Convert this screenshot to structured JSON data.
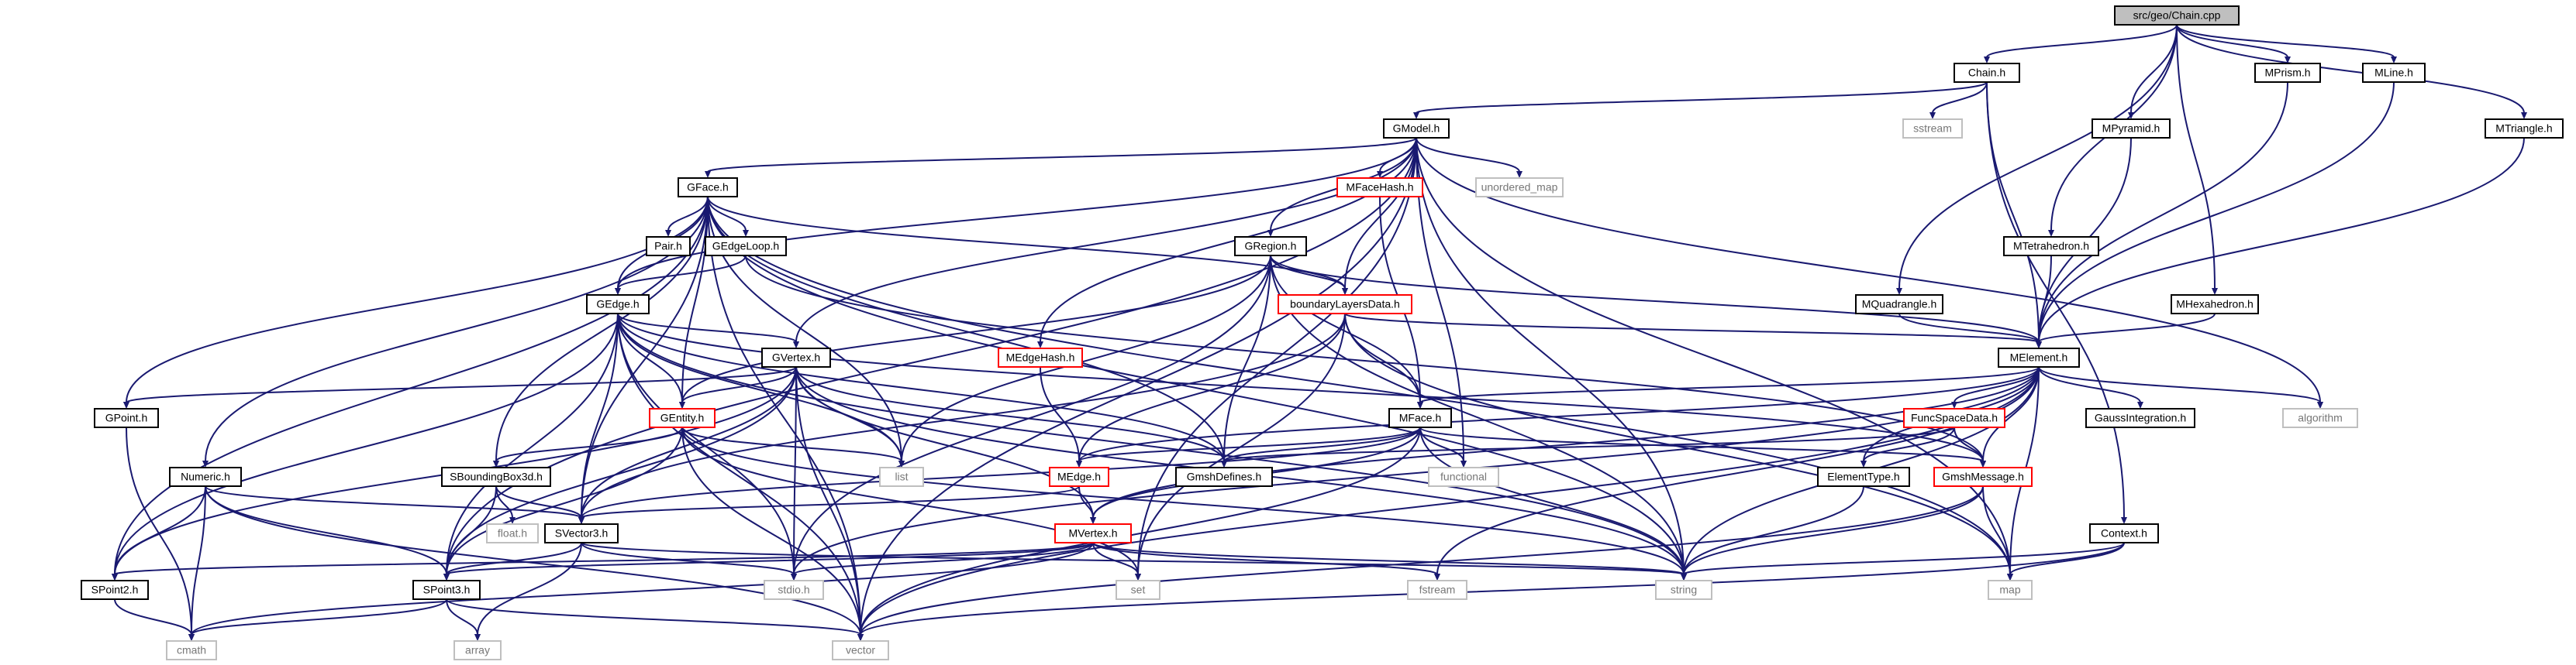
{
  "nodes": [
    {
      "id": "chain_cpp",
      "label": "src/geo/Chain.cpp",
      "kind": "root"
    },
    {
      "id": "chain_h",
      "label": "Chain.h",
      "kind": "normal"
    },
    {
      "id": "mprism_h",
      "label": "MPrism.h",
      "kind": "normal"
    },
    {
      "id": "mline_h",
      "label": "MLine.h",
      "kind": "normal"
    },
    {
      "id": "mtriangle_h",
      "label": "MTriangle.h",
      "kind": "normal"
    },
    {
      "id": "sstream",
      "label": "sstream",
      "kind": "system"
    },
    {
      "id": "mpyramid_h",
      "label": "MPyramid.h",
      "kind": "normal"
    },
    {
      "id": "gmodel_h",
      "label": "GModel.h",
      "kind": "normal"
    },
    {
      "id": "mfacehash_h",
      "label": "MFaceHash.h",
      "kind": "truncated"
    },
    {
      "id": "unordered_map",
      "label": "unordered_map",
      "kind": "system"
    },
    {
      "id": "gface_h",
      "label": "GFace.h",
      "kind": "normal"
    },
    {
      "id": "pair_h",
      "label": "Pair.h",
      "kind": "normal"
    },
    {
      "id": "gedgeloop_h",
      "label": "GEdgeLoop.h",
      "kind": "normal"
    },
    {
      "id": "gregion_h",
      "label": "GRegion.h",
      "kind": "normal"
    },
    {
      "id": "mtetrahedron_h",
      "label": "MTetrahedron.h",
      "kind": "normal"
    },
    {
      "id": "gedge_h",
      "label": "GEdge.h",
      "kind": "normal"
    },
    {
      "id": "boundarylayersdata_h",
      "label": "boundaryLayersData.h",
      "kind": "truncated"
    },
    {
      "id": "mquadrangle_h",
      "label": "MQuadrangle.h",
      "kind": "normal"
    },
    {
      "id": "mhexahedron_h",
      "label": "MHexahedron.h",
      "kind": "normal"
    },
    {
      "id": "gvertex_h",
      "label": "GVertex.h",
      "kind": "normal"
    },
    {
      "id": "medgehash_h",
      "label": "MEdgeHash.h",
      "kind": "truncated"
    },
    {
      "id": "melement_h",
      "label": "MElement.h",
      "kind": "normal"
    },
    {
      "id": "gpoint_h",
      "label": "GPoint.h",
      "kind": "normal"
    },
    {
      "id": "gentity_h",
      "label": "GEntity.h",
      "kind": "truncated"
    },
    {
      "id": "mface_h",
      "label": "MFace.h",
      "kind": "normal"
    },
    {
      "id": "funcspacedata_h",
      "label": "FuncSpaceData.h",
      "kind": "truncated"
    },
    {
      "id": "gaussintegration_h",
      "label": "GaussIntegration.h",
      "kind": "normal"
    },
    {
      "id": "algorithm",
      "label": "algorithm",
      "kind": "system"
    },
    {
      "id": "numeric_h",
      "label": "Numeric.h",
      "kind": "normal"
    },
    {
      "id": "sboundingbox3d_h",
      "label": "SBoundingBox3d.h",
      "kind": "normal"
    },
    {
      "id": "list",
      "label": "list",
      "kind": "system"
    },
    {
      "id": "medge_h",
      "label": "MEdge.h",
      "kind": "truncated"
    },
    {
      "id": "gmshdefines_h",
      "label": "GmshDefines.h",
      "kind": "normal"
    },
    {
      "id": "functional",
      "label": "functional",
      "kind": "system"
    },
    {
      "id": "elementtype_h",
      "label": "ElementType.h",
      "kind": "normal"
    },
    {
      "id": "gmshmessage_h",
      "label": "GmshMessage.h",
      "kind": "truncated"
    },
    {
      "id": "float_h",
      "label": "float.h",
      "kind": "system"
    },
    {
      "id": "svector3_h",
      "label": "SVector3.h",
      "kind": "normal"
    },
    {
      "id": "mvertex_h",
      "label": "MVertex.h",
      "kind": "truncated"
    },
    {
      "id": "context_h",
      "label": "Context.h",
      "kind": "normal"
    },
    {
      "id": "spoint2_h",
      "label": "SPoint2.h",
      "kind": "normal"
    },
    {
      "id": "spoint3_h",
      "label": "SPoint3.h",
      "kind": "normal"
    },
    {
      "id": "stdio_h",
      "label": "stdio.h",
      "kind": "system"
    },
    {
      "id": "set",
      "label": "set",
      "kind": "system"
    },
    {
      "id": "fstream",
      "label": "fstream",
      "kind": "system"
    },
    {
      "id": "string",
      "label": "string",
      "kind": "system"
    },
    {
      "id": "map",
      "label": "map",
      "kind": "system"
    },
    {
      "id": "cmath",
      "label": "cmath",
      "kind": "system"
    },
    {
      "id": "array",
      "label": "array",
      "kind": "system"
    },
    {
      "id": "vector",
      "label": "vector",
      "kind": "system"
    }
  ],
  "edges": [
    [
      "chain_cpp",
      "chain_h"
    ],
    [
      "chain_cpp",
      "mprism_h"
    ],
    [
      "chain_cpp",
      "mline_h"
    ],
    [
      "chain_cpp",
      "mtriangle_h"
    ],
    [
      "chain_cpp",
      "mpyramid_h"
    ],
    [
      "chain_cpp",
      "mtetrahedron_h"
    ],
    [
      "chain_cpp",
      "mquadrangle_h"
    ],
    [
      "chain_cpp",
      "mhexahedron_h"
    ],
    [
      "chain_h",
      "gmodel_h"
    ],
    [
      "chain_h",
      "sstream"
    ],
    [
      "chain_h",
      "melement_h"
    ],
    [
      "chain_h",
      "context_h"
    ],
    [
      "mprism_h",
      "melement_h"
    ],
    [
      "mline_h",
      "melement_h"
    ],
    [
      "mtriangle_h",
      "melement_h"
    ],
    [
      "mpyramid_h",
      "melement_h"
    ],
    [
      "mtetrahedron_h",
      "melement_h"
    ],
    [
      "mquadrangle_h",
      "melement_h"
    ],
    [
      "mhexahedron_h",
      "melement_h"
    ],
    [
      "gmodel_h",
      "gface_h"
    ],
    [
      "gmodel_h",
      "mfacehash_h"
    ],
    [
      "gmodel_h",
      "unordered_map"
    ],
    [
      "gmodel_h",
      "gregion_h"
    ],
    [
      "gmodel_h",
      "gedge_h"
    ],
    [
      "gmodel_h",
      "gvertex_h"
    ],
    [
      "gmodel_h",
      "spoint3_h"
    ],
    [
      "gmodel_h",
      "string"
    ],
    [
      "gmodel_h",
      "vector"
    ],
    [
      "gmodel_h",
      "map"
    ],
    [
      "gmodel_h",
      "set"
    ],
    [
      "gmodel_h",
      "algorithm"
    ],
    [
      "gmodel_h",
      "functional"
    ],
    [
      "gmodel_h",
      "medgehash_h"
    ],
    [
      "gmodel_h",
      "boundarylayersdata_h"
    ],
    [
      "mfacehash_h",
      "mface_h"
    ],
    [
      "gface_h",
      "pair_h"
    ],
    [
      "gface_h",
      "gedgeloop_h"
    ],
    [
      "gface_h",
      "gedge_h"
    ],
    [
      "gface_h",
      "gentity_h"
    ],
    [
      "gface_h",
      "gpoint_h"
    ],
    [
      "gface_h",
      "numeric_h"
    ],
    [
      "gface_h",
      "sboundingbox3d_h"
    ],
    [
      "gface_h",
      "svector3_h"
    ],
    [
      "gface_h",
      "spoint2_h"
    ],
    [
      "gface_h",
      "list"
    ],
    [
      "gface_h",
      "gmshdefines_h"
    ],
    [
      "gface_h",
      "string"
    ],
    [
      "gface_h",
      "vector"
    ],
    [
      "gface_h",
      "map"
    ],
    [
      "gface_h",
      "boundarylayersdata_h"
    ],
    [
      "gedgeloop_h",
      "gedge_h"
    ],
    [
      "gedgeloop_h",
      "gmshmessage_h"
    ],
    [
      "gregion_h",
      "boundarylayersdata_h"
    ],
    [
      "gregion_h",
      "gentity_h"
    ],
    [
      "gregion_h",
      "list"
    ],
    [
      "gregion_h",
      "gmshdefines_h"
    ],
    [
      "gregion_h",
      "melement_h"
    ],
    [
      "gregion_h",
      "string"
    ],
    [
      "gregion_h",
      "stdio_h"
    ],
    [
      "gregion_h",
      "mface_h"
    ],
    [
      "boundarylayersdata_h",
      "melement_h"
    ],
    [
      "boundarylayersdata_h",
      "mface_h"
    ],
    [
      "boundarylayersdata_h",
      "medge_h"
    ],
    [
      "boundarylayersdata_h",
      "svector3_h"
    ],
    [
      "boundarylayersdata_h",
      "set"
    ],
    [
      "boundarylayersdata_h",
      "map"
    ],
    [
      "gedge_h",
      "gvertex_h"
    ],
    [
      "gedge_h",
      "gentity_h"
    ],
    [
      "gedge_h",
      "spoint3_h"
    ],
    [
      "gedge_h",
      "spoint2_h"
    ],
    [
      "gedge_h",
      "svector3_h"
    ],
    [
      "gedge_h",
      "gmshdefines_h"
    ],
    [
      "gedge_h",
      "list"
    ],
    [
      "gedge_h",
      "stdio_h"
    ],
    [
      "gedge_h",
      "vector"
    ],
    [
      "gedge_h",
      "string"
    ],
    [
      "gedge_h",
      "gmshmessage_h"
    ],
    [
      "gvertex_h",
      "gentity_h"
    ],
    [
      "gvertex_h",
      "gpoint_h"
    ],
    [
      "gvertex_h",
      "spoint2_h"
    ],
    [
      "gvertex_h",
      "spoint3_h"
    ],
    [
      "gvertex_h",
      "svector3_h"
    ],
    [
      "gvertex_h",
      "gmshdefines_h"
    ],
    [
      "gvertex_h",
      "list"
    ],
    [
      "gvertex_h",
      "stdio_h"
    ],
    [
      "gvertex_h",
      "vector"
    ],
    [
      "gvertex_h",
      "string"
    ],
    [
      "gvertex_h",
      "mvertex_h"
    ],
    [
      "medgehash_h",
      "medge_h"
    ],
    [
      "melement_h",
      "mface_h"
    ],
    [
      "melement_h",
      "medge_h"
    ],
    [
      "melement_h",
      "funcspacedata_h"
    ],
    [
      "melement_h",
      "gaussintegration_h"
    ],
    [
      "melement_h",
      "algorithm"
    ],
    [
      "melement_h",
      "elementtype_h"
    ],
    [
      "melement_h",
      "gmshmessage_h"
    ],
    [
      "melement_h",
      "mvertex_h"
    ],
    [
      "melement_h",
      "string"
    ],
    [
      "melement_h",
      "vector"
    ],
    [
      "melement_h",
      "stdio_h"
    ],
    [
      "melement_h",
      "map"
    ],
    [
      "melement_h",
      "fstream"
    ],
    [
      "gpoint_h",
      "cmath"
    ],
    [
      "gentity_h",
      "sboundingbox3d_h"
    ],
    [
      "gentity_h",
      "list"
    ],
    [
      "gentity_h",
      "vector"
    ],
    [
      "gentity_h",
      "string"
    ],
    [
      "gentity_h",
      "spoint3_h"
    ],
    [
      "gentity_h",
      "set"
    ],
    [
      "mface_h",
      "medge_h"
    ],
    [
      "mface_h",
      "mvertex_h"
    ],
    [
      "mface_h",
      "gmshdefines_h"
    ],
    [
      "mface_h",
      "functional"
    ],
    [
      "mface_h",
      "gmshmessage_h"
    ],
    [
      "mface_h",
      "vector"
    ],
    [
      "mface_h",
      "string"
    ],
    [
      "mface_h",
      "svector3_h"
    ],
    [
      "funcspacedata_h",
      "elementtype_h"
    ],
    [
      "funcspacedata_h",
      "gmshmessage_h"
    ],
    [
      "funcspacedata_h",
      "gmshdefines_h"
    ],
    [
      "numeric_h",
      "svector3_h"
    ],
    [
      "numeric_h",
      "spoint3_h"
    ],
    [
      "numeric_h",
      "spoint2_h"
    ],
    [
      "numeric_h",
      "cmath"
    ],
    [
      "numeric_h",
      "vector"
    ],
    [
      "sboundingbox3d_h",
      "float_h"
    ],
    [
      "sboundingbox3d_h",
      "spoint3_h"
    ],
    [
      "sboundingbox3d_h",
      "svector3_h"
    ],
    [
      "medge_h",
      "mvertex_h"
    ],
    [
      "medge_h",
      "svector3_h"
    ],
    [
      "elementtype_h",
      "string"
    ],
    [
      "gmshmessage_h",
      "map"
    ],
    [
      "gmshmessage_h",
      "vector"
    ],
    [
      "gmshmessage_h",
      "string"
    ],
    [
      "svector3_h",
      "spoint3_h"
    ],
    [
      "svector3_h",
      "stdio_h"
    ],
    [
      "svector3_h",
      "string"
    ],
    [
      "svector3_h",
      "array"
    ],
    [
      "mvertex_h",
      "spoint2_h"
    ],
    [
      "mvertex_h",
      "spoint3_h"
    ],
    [
      "mvertex_h",
      "stdio_h"
    ],
    [
      "mvertex_h",
      "set"
    ],
    [
      "mvertex_h",
      "fstream"
    ],
    [
      "mvertex_h",
      "string"
    ],
    [
      "mvertex_h",
      "cmath"
    ],
    [
      "context_h",
      "string"
    ],
    [
      "context_h",
      "map"
    ],
    [
      "context_h",
      "vector"
    ],
    [
      "spoint2_h",
      "cmath"
    ],
    [
      "spoint3_h",
      "cmath"
    ],
    [
      "spoint3_h",
      "array"
    ],
    [
      "spoint3_h",
      "vector"
    ]
  ]
}
